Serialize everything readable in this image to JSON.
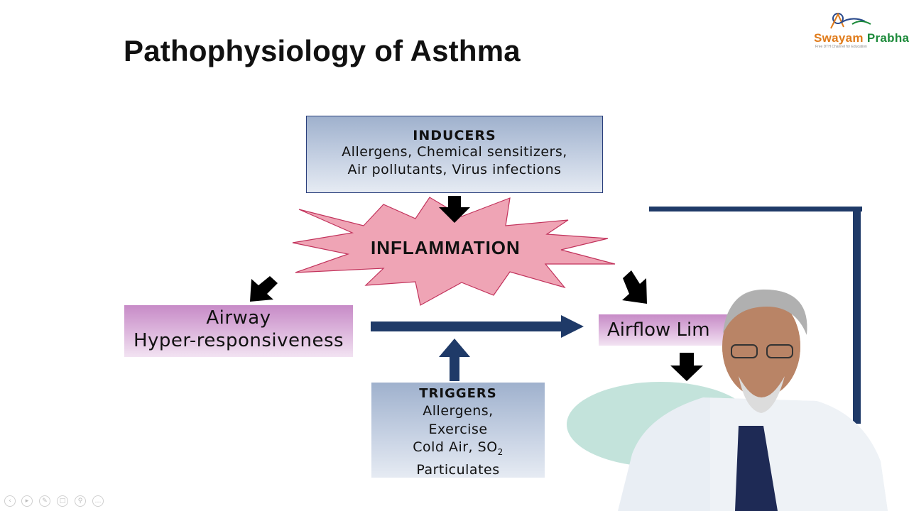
{
  "slide": {
    "title": "Pathophysiology of Asthma"
  },
  "logo": {
    "name_part1": "Swayam",
    "name_part2": " Prabha",
    "tagline": "Free DTH Channel for Education"
  },
  "diagram": {
    "inducers": {
      "heading": "INDUCERS",
      "line1": "Allergens, Chemical sensitizers,",
      "line2": "Air pollutants, Virus infections"
    },
    "inflammation": "INFLAMMATION",
    "airway": {
      "line1": "Airway",
      "line2": "Hyper-responsiveness"
    },
    "airflow": "Airflow Lim",
    "triggers": {
      "heading": "TRIGGERS",
      "line1": "Allergens,",
      "line2": "Exercise",
      "line3_text": "Cold Air, SO",
      "line3_sub": "2",
      "line4": "Particulates"
    }
  },
  "colors": {
    "box_blue": "#b5c3da",
    "box_purple": "#d4a4d4",
    "burst_pink": "#f0a0b0",
    "arrow_navy": "#1f3a68",
    "ellipse_teal": "#bfe0d8"
  },
  "player_controls": [
    "prev-icon",
    "play-icon",
    "pen-icon",
    "copy-icon",
    "zoom-icon",
    "more-icon"
  ]
}
